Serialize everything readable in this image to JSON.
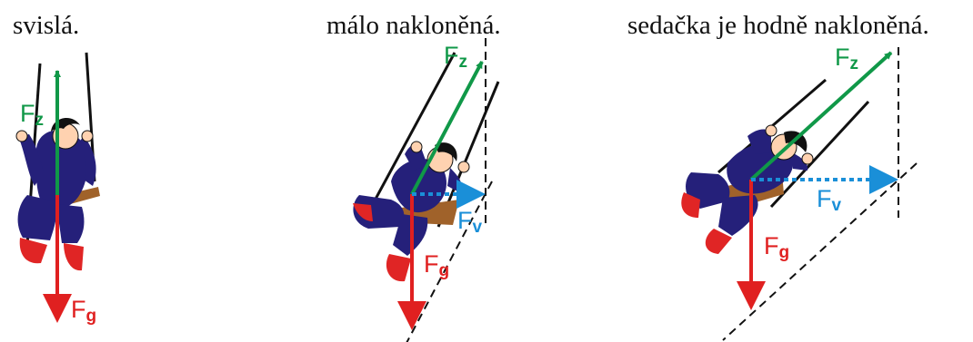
{
  "captions": {
    "panel1": "svislá.",
    "panel2": "málo nakloněná.",
    "panel3": "sedačka je hodně nakloněná."
  },
  "forces": {
    "tension": {
      "letter": "F",
      "sub": "z",
      "color": "#109848"
    },
    "gravity": {
      "letter": "F",
      "sub": "g",
      "color": "#e02020"
    },
    "resultant": {
      "letter": "F",
      "sub": "v",
      "color": "#1a8fd8"
    }
  },
  "colors": {
    "suit": "#25207a",
    "boots": "#e02525",
    "seat": "#a0622a",
    "skin": "#ffd2b0",
    "hair": "#111111"
  }
}
